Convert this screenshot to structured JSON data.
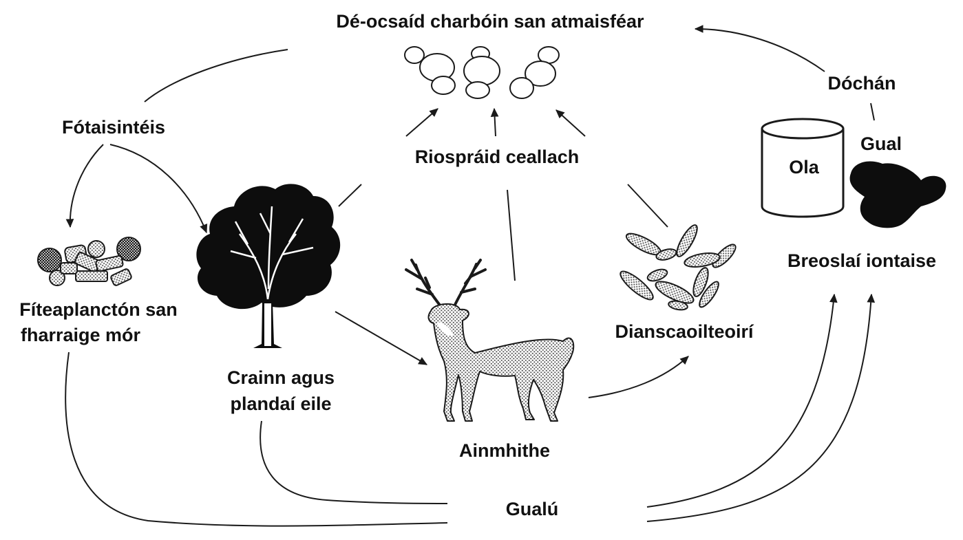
{
  "colors": {
    "ink": "#1a1a1a",
    "background": "#ffffff",
    "stipple": "#7a7a7a"
  },
  "labels": {
    "atmosphere": "Dé-ocsaíd charbóin san atmaisféar",
    "combustion": "Dóchán",
    "coal": "Gual",
    "oil": "Ola",
    "fossil_fuels": "Breoslaí iontaise",
    "photosynthesis": "Fótaisintéis",
    "respiration": "Riospráid ceallach",
    "phytoplankton_line1": "Fíteaplanctón san",
    "phytoplankton_line2": "fharraige mór",
    "trees_line1": "Crainn agus",
    "trees_line2": "plandaí eile",
    "animals": "Ainmhithe",
    "decomposers": "Dianscaoilteoirí",
    "carbonisation": "Gualú"
  },
  "icons": {
    "co2": "co2-molecules-icon",
    "tree": "tree-icon",
    "deer": "deer-icon",
    "phytoplankton": "phytoplankton-icon",
    "decomposers": "decomposers-icon",
    "oil": "oil-barrel-icon",
    "coal": "coal-lump-icon"
  }
}
